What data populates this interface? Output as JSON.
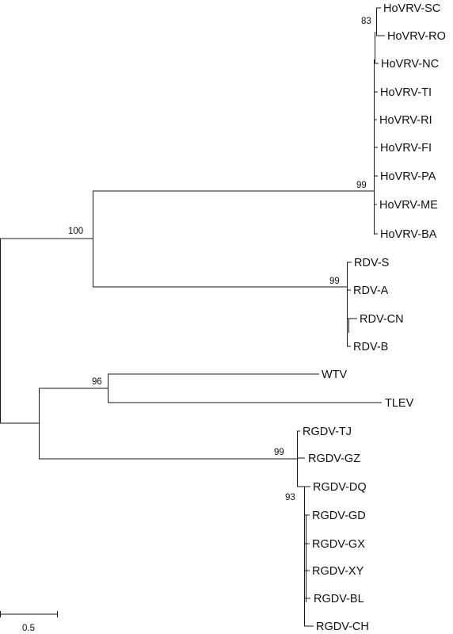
{
  "tree": {
    "leaves": [
      "HoVRV-SC",
      "HoVRV-RO",
      "HoVRV-NC",
      "HoVRV-TI",
      "HoVRV-RI",
      "HoVRV-FI",
      "HoVRV-PA",
      "HoVRV-ME",
      "HoVRV-BA",
      "RDV-S",
      "RDV-A",
      "RDV-CN",
      "RDV-B",
      "WTV",
      "TLEV",
      "RGDV-TJ",
      "RGDV-GZ",
      "RGDV-DQ",
      "RGDV-GD",
      "RGDV-GX",
      "RGDV-XY",
      "RGDV-BL",
      "RGDV-CH"
    ],
    "support_values": [
      "100",
      "99",
      "83",
      "99",
      "96",
      "99",
      "93"
    ],
    "scale_bar": {
      "label": "0.5"
    }
  }
}
